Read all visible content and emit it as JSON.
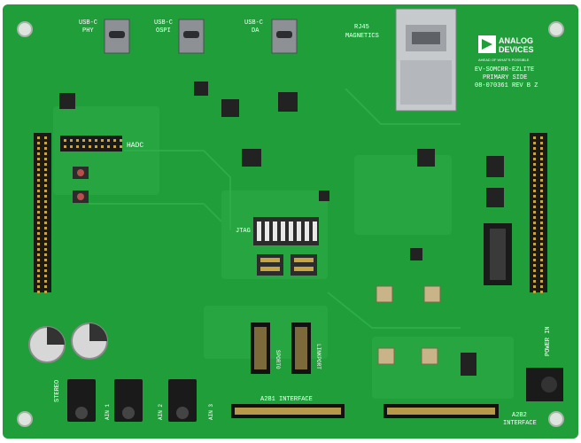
{
  "board": {
    "pcb_color": "#1f9e3a",
    "trace_color": "#2fb04a",
    "silkscreen_color": "#ffffff",
    "connectors": {
      "usb_phy": [
        "USB-C",
        "PHY"
      ],
      "usb_ospi": [
        "USB-C",
        "OSPI"
      ],
      "usb_da": [
        "USB-C",
        "DA"
      ],
      "rj45": [
        "RJ45",
        "MAGNETICS"
      ]
    },
    "logo": {
      "brand_line1": "ANALOG",
      "brand_line2": "DEVICES",
      "tagline": "AHEAD OF WHAT'S POSSIBLE"
    },
    "id_block": {
      "line1": "EV-SOMCRR-EZLITE",
      "line2": "PRIMARY SIDE",
      "line3": "08-070361 REV B Z"
    },
    "labels": {
      "hadc": "HADC",
      "jtag": "JTAG",
      "a2b1": "A2B1 INTERFACE",
      "a2b2": [
        "A2B2",
        "INTERFACE"
      ],
      "power": "POWER IN",
      "stereo": "STEREO",
      "sport0": "SPORT0",
      "linkport": "LINKPORT",
      "ain": [
        "AIN 1",
        "AIN 2",
        "AIN 3"
      ]
    }
  }
}
